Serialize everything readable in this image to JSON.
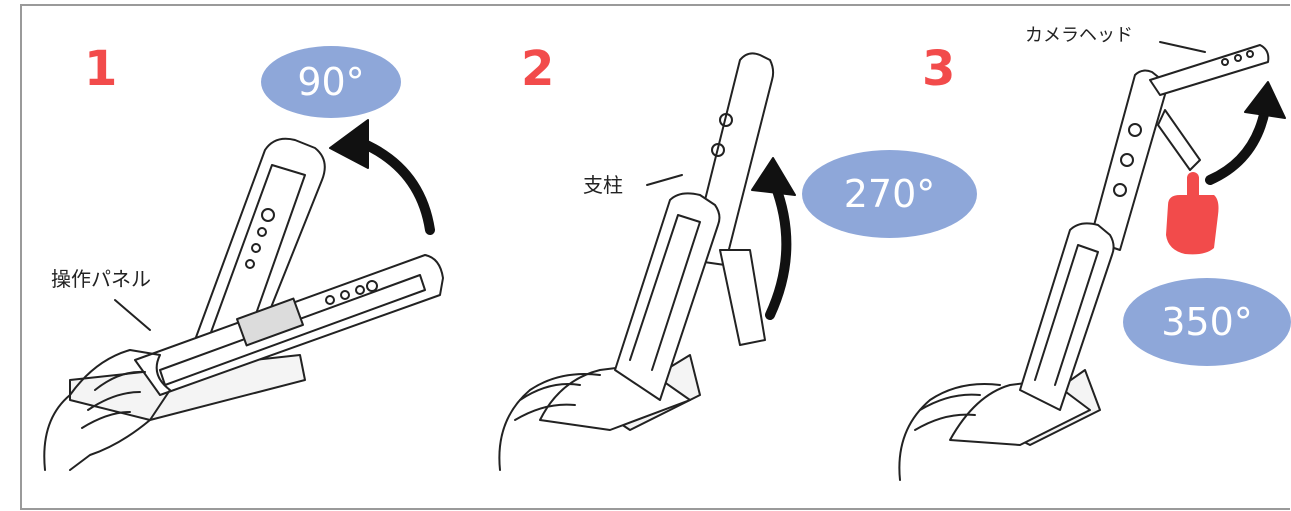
{
  "steps": [
    {
      "number": "1",
      "angle": "90°"
    },
    {
      "number": "2",
      "angle": "270°"
    },
    {
      "number": "3",
      "angle": "350°"
    }
  ],
  "labels": {
    "operation_panel": "操作パネル",
    "pillar": "支柱",
    "camera_head": "カメラヘッド"
  },
  "colors": {
    "step_number": "#f24b4b",
    "angle_badge": "#8ea7d9",
    "finger": "#f24b4b"
  }
}
